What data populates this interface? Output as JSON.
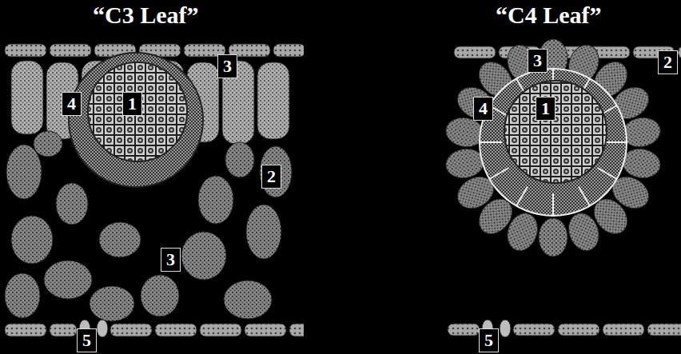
{
  "diagram": {
    "labels": [
      "“C3 Leaf”",
      "“C4 Leaf”",
      "3",
      "2",
      "4",
      "1",
      "3",
      "5",
      "3",
      "2",
      "4",
      "1",
      "5"
    ]
  }
}
